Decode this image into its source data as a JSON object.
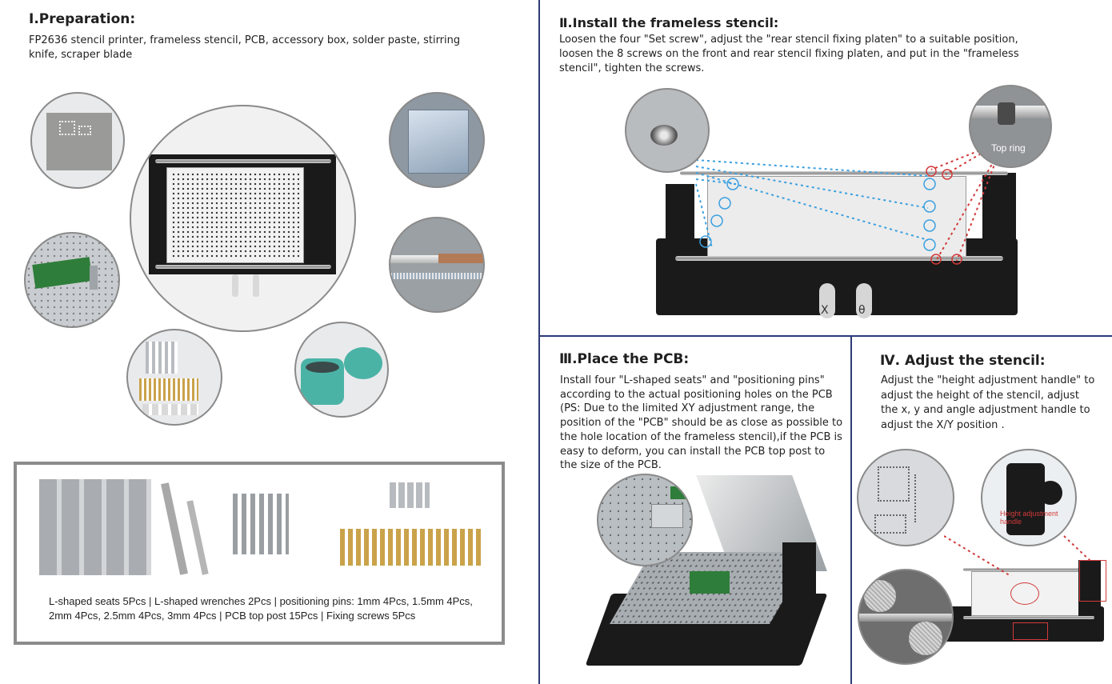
{
  "sections": {
    "preparation": {
      "title": "Ⅰ.Preparation:",
      "text": "FP2636 stencil printer, frameless stencil, PCB, accessory box, solder paste, stirring knife, scraper blade",
      "accessory_caption": "L-shaped seats 5Pcs | L-shaped wrenches 2Pcs | positioning pins: 1mm 4Pcs, 1.5mm 4Pcs, 2mm 4Pcs, 2.5mm 4Pcs, 3mm 4Pcs | PCB top post 15Pcs | Fixing screws 5Pcs"
    },
    "install_stencil": {
      "title": "Ⅱ.Install the frameless stencil:",
      "text": "Loosen the four \"Set screw\", adjust the \"rear stencil fixing platen\" to a suitable position, loosen the 8 screws on the front and rear stencil fixing platen, and put in the \"frameless stencil\", tighten the screws.",
      "callout": "Top ring",
      "knob_x": "X",
      "knob_theta": "θ"
    },
    "place_pcb": {
      "title": "Ⅲ.Place the PCB:",
      "text": "Install four \"L-shaped seats\" and \"positioning pins\" according to the actual positioning holes on the PCB (PS: Due to the limited XY adjustment range, the position of the \"PCB\" should be as close as possible to the hole location  of the frameless stencil),if the PCB is easy to deform, you can install the PCB top post to the size of  the PCB."
    },
    "adjust_stencil": {
      "title": "Ⅳ. Adjust the stencil:",
      "text": "Adjust the \"height adjustment handle\" to adjust the height of the stencil, adjust the x, y and angle adjustment handle to adjust the X/Y position .",
      "callout": "Height adjustment handle"
    }
  },
  "colors": {
    "divider": "#2c3a7a",
    "callout_red": "#d23a3a",
    "callout_blue": "#3aa0e0"
  }
}
